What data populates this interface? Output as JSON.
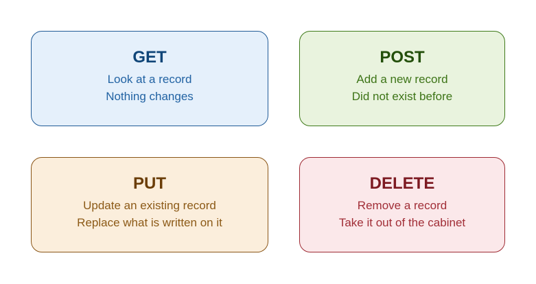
{
  "cards": [
    {
      "title": "GET",
      "line1": "Look at a record",
      "line2": "Nothing changes",
      "colors": {
        "bg": "#e5f0fb",
        "border": "#1f5a96",
        "title": "#0f4578",
        "text": "#2263a3"
      }
    },
    {
      "title": "POST",
      "line1": "Add a new record",
      "line2": "Did not exist before",
      "colors": {
        "bg": "#e9f3de",
        "border": "#3f7a1a",
        "title": "#234f0a",
        "text": "#3d7417"
      }
    },
    {
      "title": "PUT",
      "line1": "Update an existing record",
      "line2": "Replace what is written on it",
      "colors": {
        "bg": "#fbeedc",
        "border": "#8a5516",
        "title": "#6a3d08",
        "text": "#8c5a17"
      }
    },
    {
      "title": "DELETE",
      "line1": "Remove a record",
      "line2": "Take it out of the cabinet",
      "colors": {
        "bg": "#fbe8ea",
        "border": "#9e2a33",
        "title": "#7d1a22",
        "text": "#a12e37"
      }
    }
  ]
}
